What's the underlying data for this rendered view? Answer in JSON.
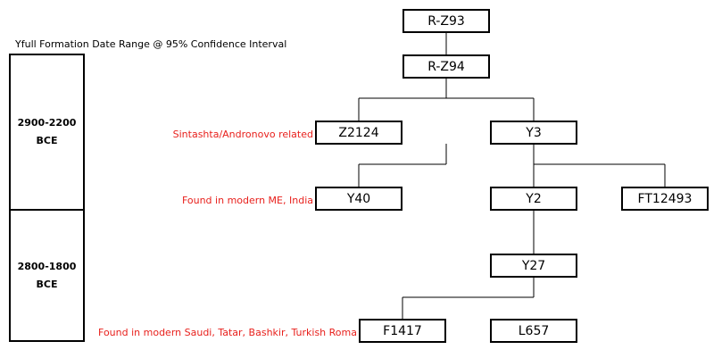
{
  "title": "Yfull Formation Date Range @ 95% Confidence Interval",
  "ranges": [
    {
      "line1": "2900-2200",
      "line2": "BCE"
    },
    {
      "line1": "2800-1800",
      "line2": "BCE"
    }
  ],
  "nodes": {
    "rz93": "R-Z93",
    "rz94": "R-Z94",
    "z2124": "Z2124",
    "y3": "Y3",
    "y40": "Y40",
    "y2": "Y2",
    "ft12493": "FT12493",
    "y27": "Y27",
    "f1417": "F1417",
    "l657": "L657"
  },
  "annotations": {
    "z2124": "Sintashta/Andronovo related",
    "y40": "Found in modern ME, India",
    "f1417": "Found in modern Saudi, Tatar, Bashkir, Turkish Roma"
  },
  "colors": {
    "annotation": "#e8201c",
    "line": "#000000"
  }
}
